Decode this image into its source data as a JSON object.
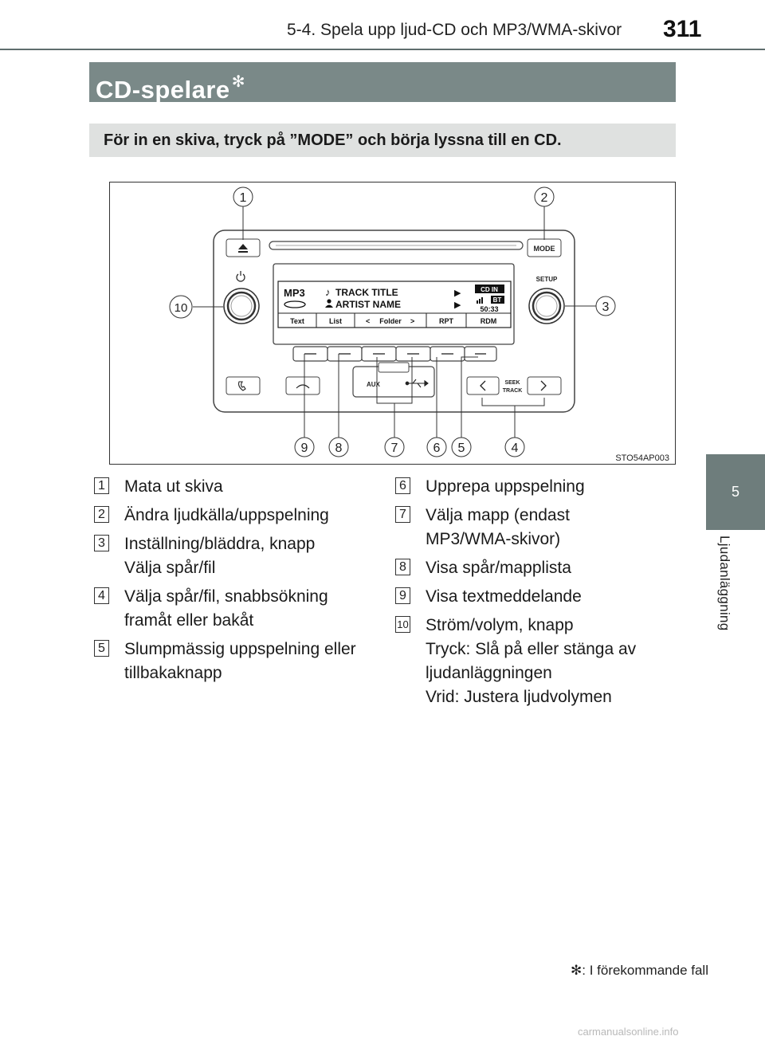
{
  "header": {
    "section_title": "5-4. Spela upp ljud-CD och MP3/WMA-skivor",
    "page_number": "311"
  },
  "chapter_tab": {
    "number": "5",
    "name": "Ljudanläggning",
    "color": "#6e7d7c"
  },
  "section": {
    "title": "CD-spelare",
    "marker": "✻",
    "color": "#7a8988"
  },
  "intro": "För in en skiva, tryck på ”MODE” och börja lyssna till en CD.",
  "figure": {
    "code": "STO54AP003",
    "callouts": [
      "1",
      "2",
      "3",
      "4",
      "5",
      "6",
      "7",
      "8",
      "9",
      "10"
    ],
    "buttons": {
      "mode": "MODE",
      "setup": "SETUP",
      "seek_line1": "SEEK",
      "seek_line2": "TRACK",
      "aux": "AUX"
    },
    "display": {
      "source": "MP3",
      "track": "TRACK TITLE",
      "artist": "ARTIST NAME",
      "badge_cd": "CD IN",
      "badge_bt": "BT",
      "time": "50:33",
      "softkeys": [
        "Text",
        "List",
        "Folder",
        "RPT",
        "RDM"
      ]
    }
  },
  "items_left": [
    {
      "num": "1",
      "lines": [
        "Mata ut skiva"
      ]
    },
    {
      "num": "2",
      "lines": [
        "Ändra ljudkälla/uppspelning"
      ]
    },
    {
      "num": "3",
      "lines": [
        "Inställning/bläddra, knapp",
        "Välja spår/fil"
      ]
    },
    {
      "num": "4",
      "lines": [
        "Välja spår/fil, snabbsökning",
        "framåt eller bakåt"
      ]
    },
    {
      "num": "5",
      "lines": [
        "Slumpmässig uppspelning eller",
        "tillbakaknapp"
      ]
    }
  ],
  "items_right": [
    {
      "num": "6",
      "lines": [
        "Upprepa uppspelning"
      ]
    },
    {
      "num": "7",
      "lines": [
        "Välja mapp (endast",
        "MP3/WMA-skivor)"
      ]
    },
    {
      "num": "8",
      "lines": [
        "Visa spår/mapplista"
      ]
    },
    {
      "num": "9",
      "lines": [
        "Visa textmeddelande"
      ]
    },
    {
      "num": "10",
      "lines": [
        "Ström/volym, knapp",
        "Tryck: Slå på eller stänga av",
        "ljudanläggningen",
        "Vrid: Justera ljudvolymen"
      ]
    }
  ],
  "footnote": "✻: I förekommande fall",
  "watermark": "carmanualsonline.info"
}
